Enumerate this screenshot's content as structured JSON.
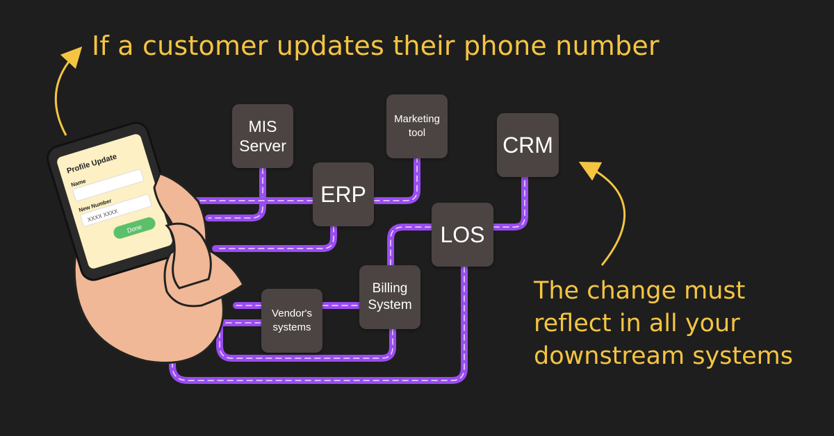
{
  "headline": "If a customer updates their phone number",
  "caption": {
    "line1": "The change must",
    "line2": "reflect in all your",
    "line3": "downstream systems"
  },
  "nodes": {
    "mis": [
      "MIS",
      "Server"
    ],
    "marketing": [
      "Marketing",
      "tool"
    ],
    "crm": "CRM",
    "erp": "ERP",
    "los": "LOS",
    "billing": [
      "Billing",
      "System"
    ],
    "vendor": [
      "Vendor's",
      "systems"
    ]
  },
  "phone": {
    "title": "Profile Update",
    "name_label": "Name",
    "name_value": "",
    "number_label": "New Number",
    "number_value": "XXXX XXXX",
    "button_label": "Done"
  },
  "colors": {
    "background": "#1e1e1e",
    "accent_text": "#f5c542",
    "pipe": "#9a4cf0",
    "pipe_dash": "#e9e0ff",
    "node_fill": "#4b4443",
    "phone_screen": "#fdf0c4",
    "done_button": "#5cc06b"
  }
}
